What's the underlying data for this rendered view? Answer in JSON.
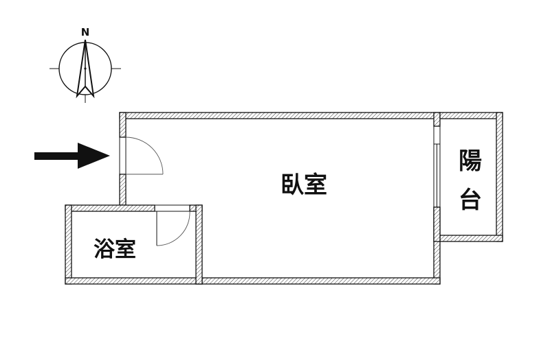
{
  "compass": {
    "north_label": "N"
  },
  "entrance": {
    "icon": "entry-arrow-icon"
  },
  "rooms": {
    "bedroom": "臥室",
    "bathroom": "浴室",
    "balcony_line1": "陽",
    "balcony_line2": "台"
  },
  "colors": {
    "line": "#111111",
    "background": "#ffffff"
  }
}
